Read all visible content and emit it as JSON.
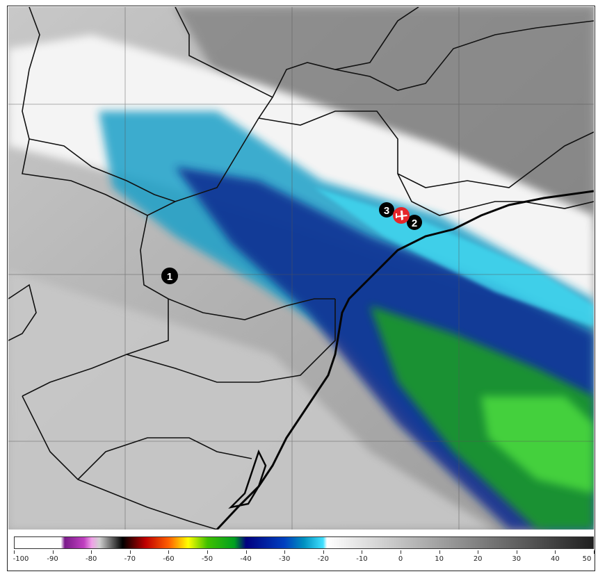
{
  "map": {
    "markers": [
      {
        "label": "1",
        "color": "#000000"
      },
      {
        "label": "2",
        "color": "#000000"
      },
      {
        "label": "3",
        "color": "#000000"
      }
    ],
    "aircraft_icon": "airplane-icon",
    "aircraft_color": "#e5262a"
  },
  "colorbar": {
    "ticks": [
      "-100",
      "-90",
      "-80",
      "-70",
      "-60",
      "-50",
      "-40",
      "-30",
      "-20",
      "-10",
      "0",
      "10",
      "20",
      "30",
      "40",
      "50"
    ],
    "stops": [
      {
        "value": -100,
        "color": "#ffffff"
      },
      {
        "value": -88,
        "color": "#ffffff"
      },
      {
        "value": -87,
        "color": "#7a1a8a"
      },
      {
        "value": -82,
        "color": "#c040c0"
      },
      {
        "value": -80,
        "color": "#f0a0e8"
      },
      {
        "value": -78,
        "color": "#d0d0d0"
      },
      {
        "value": -72,
        "color": "#000000"
      },
      {
        "value": -66,
        "color": "#c00000"
      },
      {
        "value": -60,
        "color": "#ff6000"
      },
      {
        "value": -55,
        "color": "#ffff00"
      },
      {
        "value": -50,
        "color": "#40c000"
      },
      {
        "value": -43,
        "color": "#00a020"
      },
      {
        "value": -40,
        "color": "#000080"
      },
      {
        "value": -30,
        "color": "#0040c0"
      },
      {
        "value": -25,
        "color": "#0090c0"
      },
      {
        "value": -20,
        "color": "#40e0ff"
      },
      {
        "value": -19,
        "color": "#ffffff"
      },
      {
        "value": 50,
        "color": "#202020"
      }
    ]
  }
}
